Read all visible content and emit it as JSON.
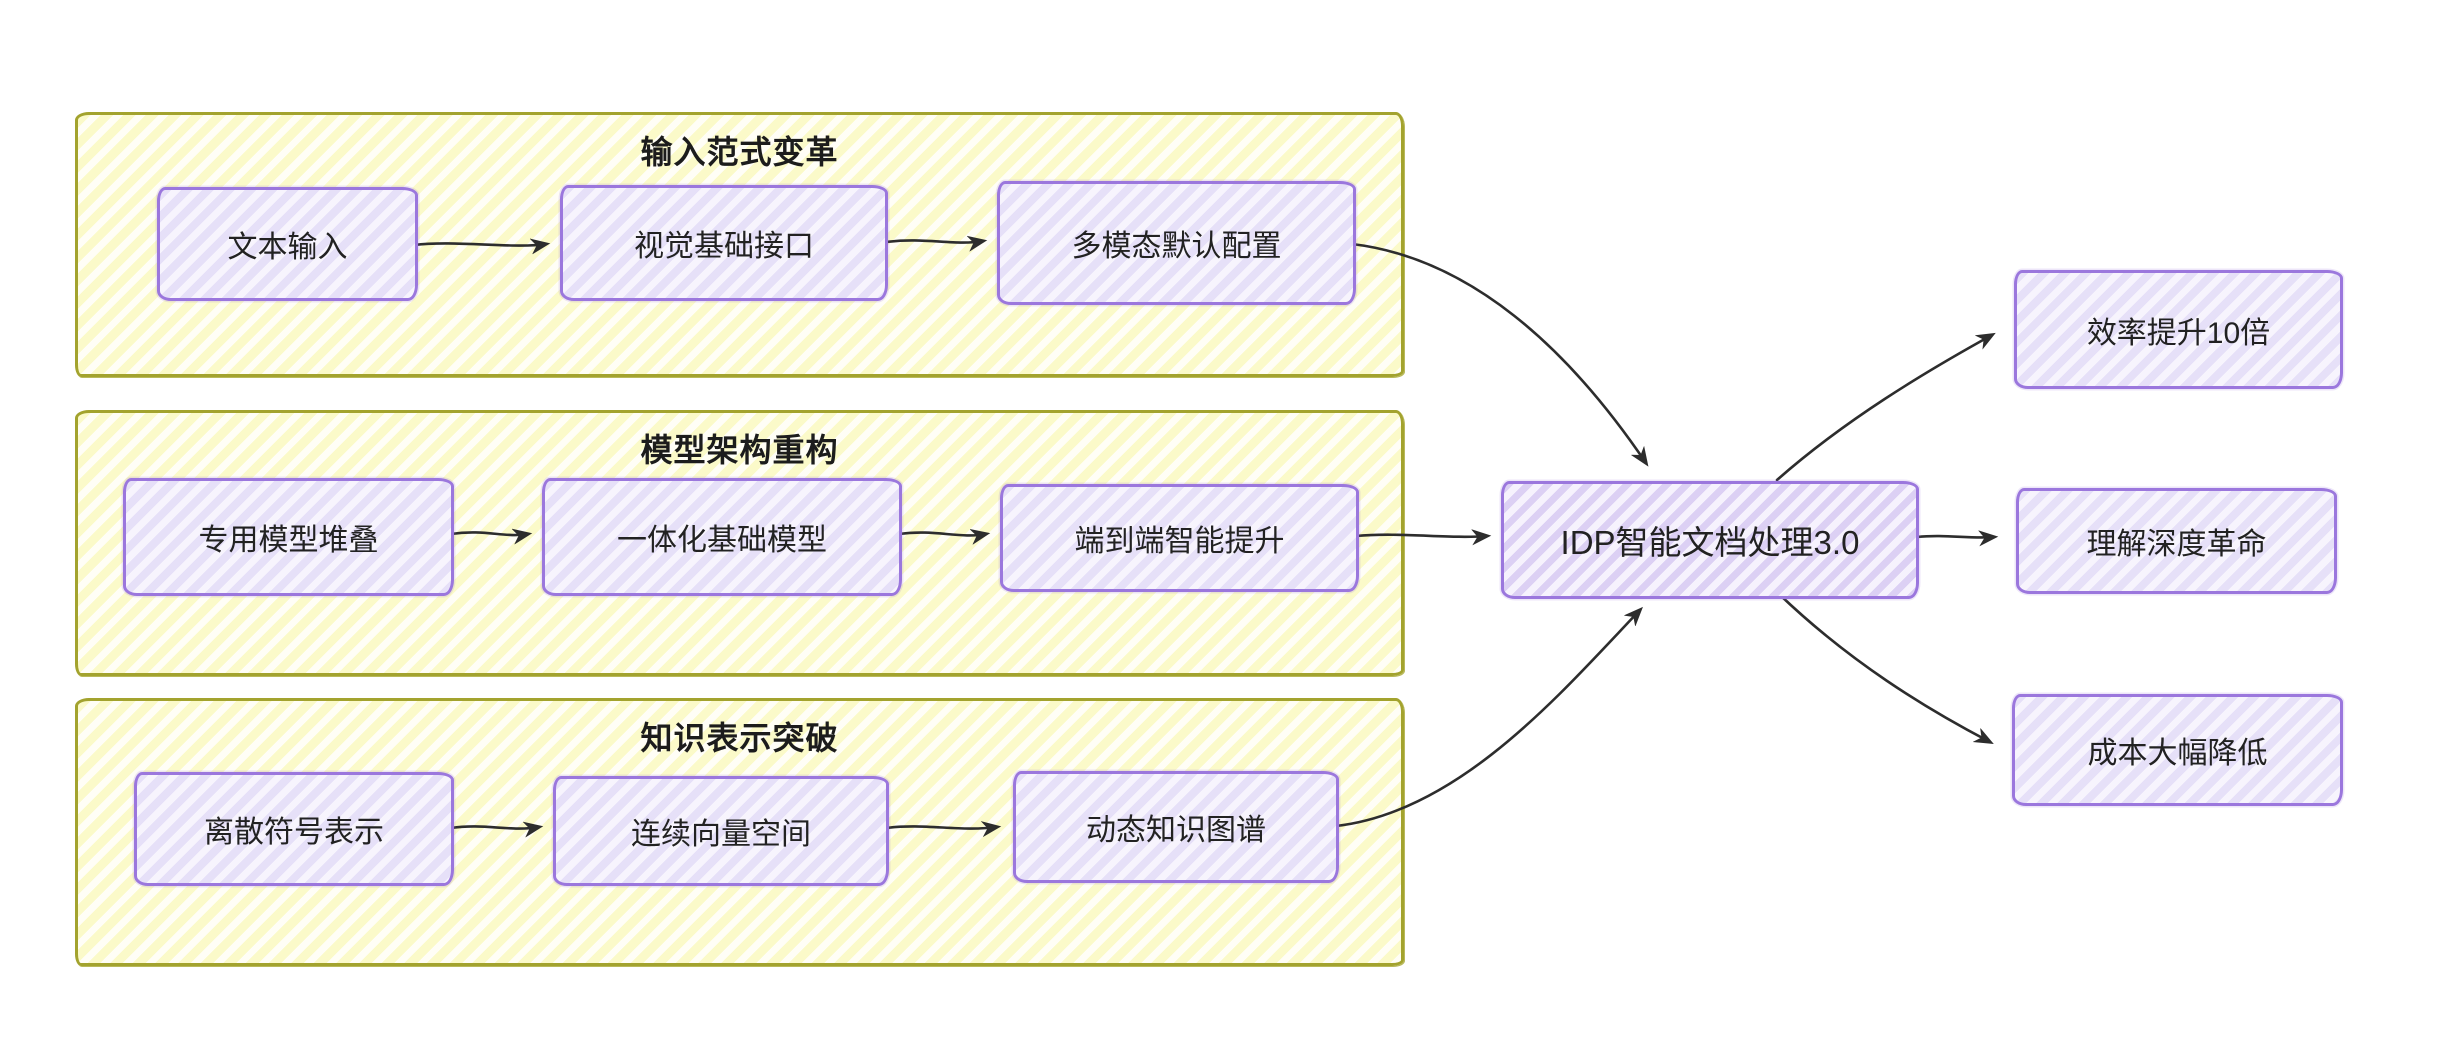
{
  "diagram": {
    "groups": [
      {
        "title": "输入范式变革",
        "nodes": [
          {
            "label": "文本输入"
          },
          {
            "label": "视觉基础接口"
          },
          {
            "label": "多模态默认配置"
          }
        ]
      },
      {
        "title": "模型架构重构",
        "nodes": [
          {
            "label": "专用模型堆叠"
          },
          {
            "label": "一体化基础模型"
          },
          {
            "label": "端到端智能提升"
          }
        ]
      },
      {
        "title": "知识表示突破",
        "nodes": [
          {
            "label": "离散符号表示"
          },
          {
            "label": "连续向量空间"
          },
          {
            "label": "动态知识图谱"
          }
        ]
      }
    ],
    "center": {
      "label": "IDP智能文档处理3.0"
    },
    "outputs": [
      {
        "label": "效率提升10倍"
      },
      {
        "label": "理解深度革命"
      },
      {
        "label": "成本大幅降低"
      }
    ],
    "edges": [
      {
        "from": "文本输入",
        "to": "视觉基础接口"
      },
      {
        "from": "视觉基础接口",
        "to": "多模态默认配置"
      },
      {
        "from": "多模态默认配置",
        "to": "IDP智能文档处理3.0"
      },
      {
        "from": "专用模型堆叠",
        "to": "一体化基础模型"
      },
      {
        "from": "一体化基础模型",
        "to": "端到端智能提升"
      },
      {
        "from": "端到端智能提升",
        "to": "IDP智能文档处理3.0"
      },
      {
        "from": "离散符号表示",
        "to": "连续向量空间"
      },
      {
        "from": "连续向量空间",
        "to": "动态知识图谱"
      },
      {
        "from": "动态知识图谱",
        "to": "IDP智能文档处理3.0"
      },
      {
        "from": "IDP智能文档处理3.0",
        "to": "效率提升10倍"
      },
      {
        "from": "IDP智能文档处理3.0",
        "to": "理解深度革命"
      },
      {
        "from": "IDP智能文档处理3.0",
        "to": "成本大幅降低"
      }
    ],
    "colors": {
      "group_border": "#a3a32e",
      "group_fill": "#fbfac9",
      "node_border": "#9b77dd",
      "node_fill": "#e6e0f8",
      "edge": "#2d2d2d",
      "text": "#1c1c1c"
    }
  }
}
